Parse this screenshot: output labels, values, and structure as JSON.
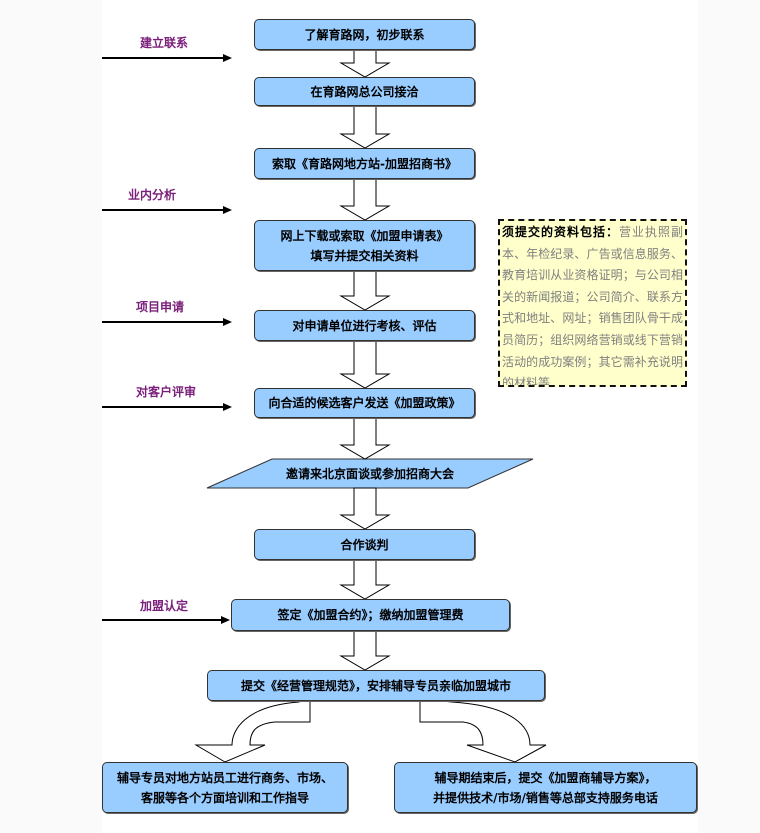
{
  "diagram": {
    "type": "flowchart",
    "title": "育路网地方站加盟流程",
    "colors": {
      "box_fill": "#99ccff",
      "box_border": "#333333",
      "stage_label": "#7a1f7a",
      "note_fill": "#ffffcc",
      "note_text": "#808080"
    },
    "stage_labels": [
      {
        "text": "建立联系",
        "points_to_step": 1
      },
      {
        "text": "业内分析",
        "points_to_step": 4
      },
      {
        "text": "项目申请",
        "points_to_step": 5
      },
      {
        "text": "对客户评审",
        "points_to_step": 6
      },
      {
        "text": "加盟认定",
        "points_to_step": 9
      }
    ],
    "steps": [
      {
        "id": 1,
        "shape": "rounded-rect",
        "lines": [
          "了解育路网，初步联系"
        ]
      },
      {
        "id": 2,
        "shape": "rounded-rect",
        "lines": [
          "在育路网总公司接洽"
        ]
      },
      {
        "id": 3,
        "shape": "rounded-rect",
        "lines": [
          "索取《育路网地方站-加盟招商书》"
        ]
      },
      {
        "id": 4,
        "shape": "rounded-rect",
        "lines": [
          "网上下载或索取《加盟申请表》",
          "填写并提交相关资料"
        ]
      },
      {
        "id": 5,
        "shape": "rounded-rect",
        "lines": [
          "对申请单位进行考核、评估"
        ]
      },
      {
        "id": 6,
        "shape": "rounded-rect",
        "lines": [
          "向合适的候选客户发送《加盟政策》"
        ]
      },
      {
        "id": 7,
        "shape": "parallelogram",
        "lines": [
          "邀请来北京面谈或参加招商大会"
        ]
      },
      {
        "id": 8,
        "shape": "rounded-rect",
        "lines": [
          "合作谈判"
        ]
      },
      {
        "id": 9,
        "shape": "rounded-rect",
        "lines": [
          "签定《加盟合约》；缴纳加盟管理费"
        ]
      },
      {
        "id": 10,
        "shape": "rounded-rect",
        "lines": [
          "提交《经营管理规范》，安排辅导专员亲临加盟城市"
        ]
      },
      {
        "id": 11,
        "shape": "rounded-rect",
        "lines": [
          "辅导专员对地方站员工进行商务、市场、",
          "客服等各个方面培训和工作指导"
        ]
      },
      {
        "id": 12,
        "shape": "rounded-rect",
        "lines": [
          "辅导期结束后，提交《加盟商辅导方案》，",
          "并提供技术/市场/销售等总部支持服务电话"
        ]
      }
    ],
    "edges": [
      {
        "from": 1,
        "to": 2
      },
      {
        "from": 2,
        "to": 3
      },
      {
        "from": 3,
        "to": 4
      },
      {
        "from": 4,
        "to": 5
      },
      {
        "from": 5,
        "to": 6
      },
      {
        "from": 6,
        "to": 7
      },
      {
        "from": 7,
        "to": 8
      },
      {
        "from": 8,
        "to": 9
      },
      {
        "from": 9,
        "to": 10
      },
      {
        "from": 10,
        "to": 11
      },
      {
        "from": 10,
        "to": 12
      }
    ],
    "note": {
      "attached_to_step": 4,
      "header": "须提交的资料包括：",
      "body": "营业执照副本、年检纪录、广告或信息服务、教育培训从业资格证明；与公司相关的新闻报道；公司简介、联系方式和地址、网址；销售团队骨干成员简历；组织网络营销或线下营销活动的成功案例；其它需补充说明的材料等"
    }
  }
}
